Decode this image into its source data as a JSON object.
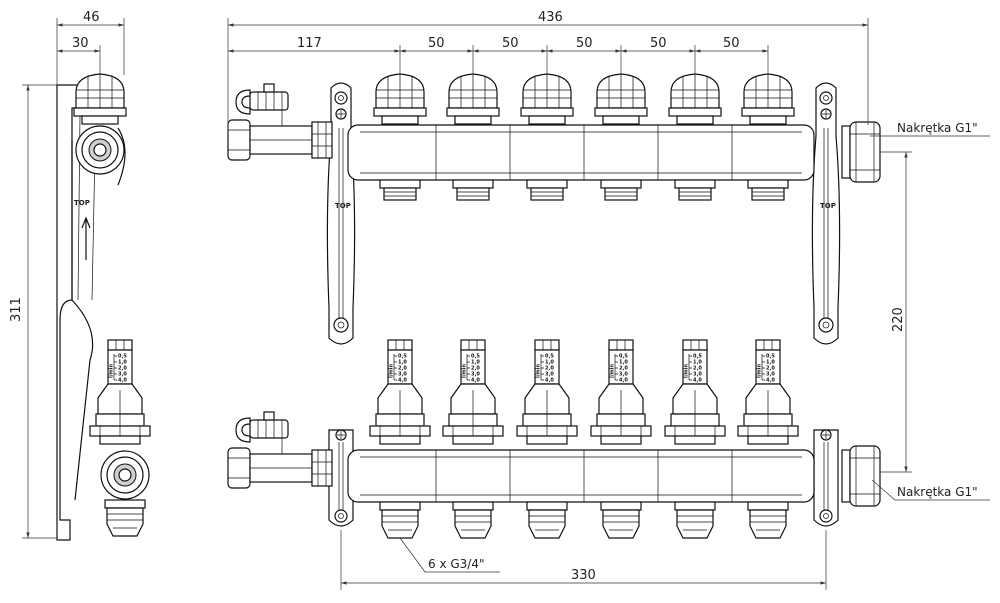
{
  "side_view": {
    "dim_total_depth": "46",
    "dim_axis_depth": "30",
    "dim_height": "311",
    "top_label": "TOP"
  },
  "front_view": {
    "dim_total_width": "436",
    "dim_first_outlet": "117",
    "dim_outlet_spacing": [
      "50",
      "50",
      "50",
      "50",
      "50"
    ],
    "dim_bar_spacing": "220",
    "dim_bracket_spacing": "330",
    "bracket_top_label": "TOP",
    "nut_label_top": "Nakrętka G1\"",
    "nut_label_bottom": "Nakrętka G1\"",
    "outlets_label": "6 x G3/4\"",
    "outlet_count": 6,
    "flowmeter_scale": [
      "0,5",
      "1,0",
      "2,0",
      "3,0",
      "4,0"
    ],
    "flowmeter_unit": "l/min"
  }
}
